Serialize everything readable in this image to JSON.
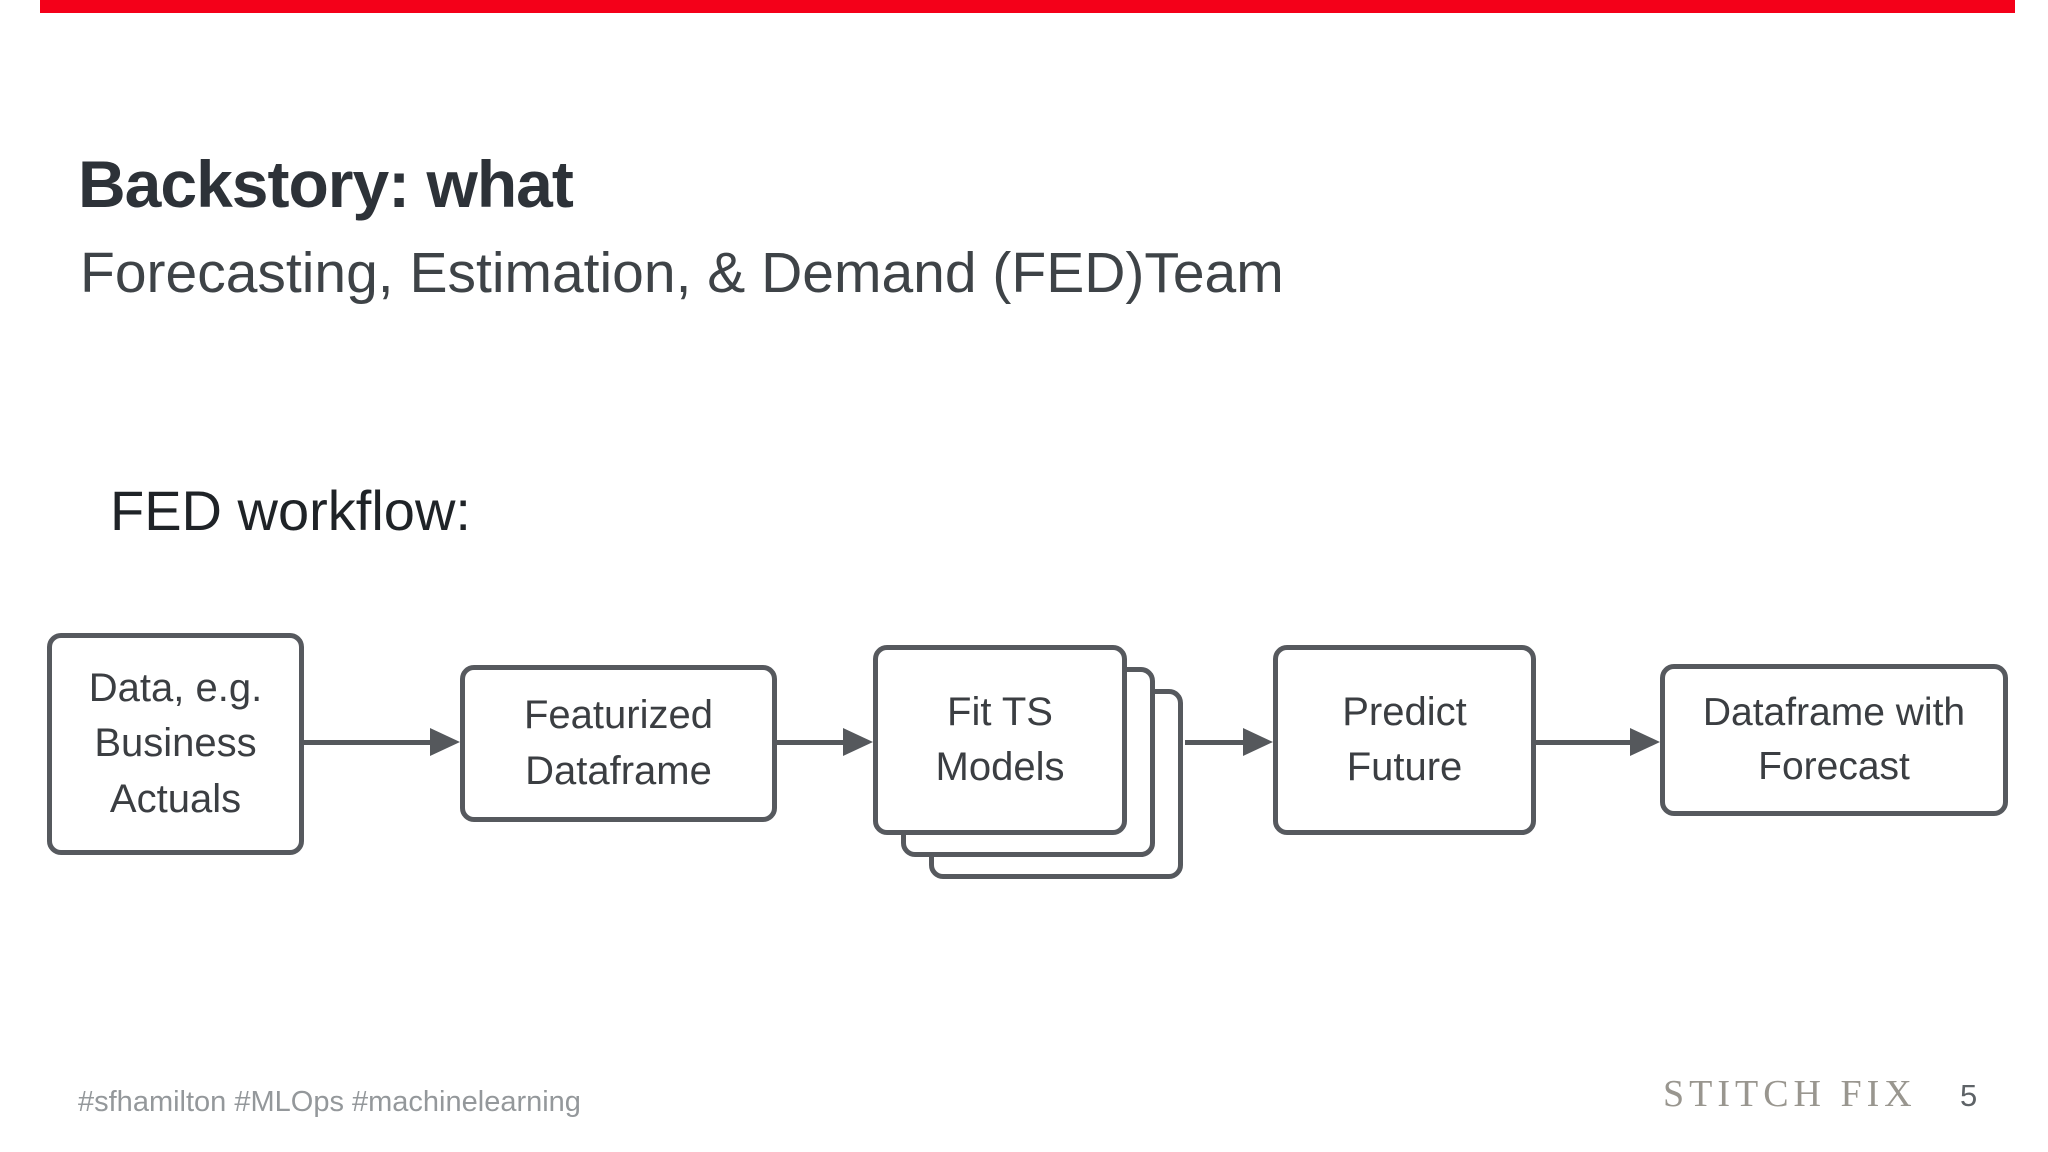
{
  "slide": {
    "title": "Backstory: what",
    "subtitle": "Forecasting, Estimation, & Demand (FED)Team",
    "section_label": "FED workflow:",
    "accent_color": "#f40019"
  },
  "workflow": {
    "nodes": [
      {
        "label": "Data, e.g. Business Actuals",
        "stacked": false
      },
      {
        "label": "Featurized Dataframe",
        "stacked": false
      },
      {
        "label": "Fit TS Models",
        "stacked": true
      },
      {
        "label": "Predict Future",
        "stacked": false
      },
      {
        "label": "Dataframe with Forecast",
        "stacked": false
      }
    ],
    "box_border_color": "#56595e",
    "box_text_color": "#3b3e42",
    "arrow_color": "#55585c"
  },
  "footer": {
    "hashtags": "#sfhamilton #MLOps #machinelearning",
    "brand": "STITCH FIX",
    "page_number": "5"
  }
}
